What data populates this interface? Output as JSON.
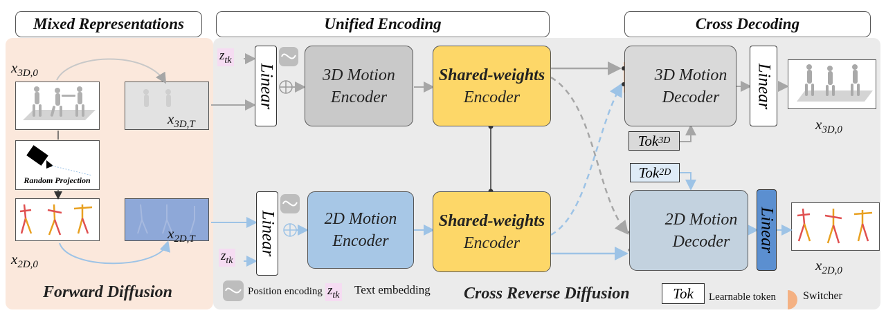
{
  "headers": {
    "mixed": "Mixed Representations",
    "unified": "Unified Encoding",
    "cross": "Cross Decoding"
  },
  "blocks": {
    "enc3d": [
      "3D  Motion",
      "Encoder"
    ],
    "enc2d": [
      "2D Motion",
      "Encoder"
    ],
    "shared_top": [
      "Shared-weights",
      "Encoder"
    ],
    "shared_bottom": [
      "Shared-weights",
      "Encoder"
    ],
    "dec3d": [
      "3D Motion",
      "Decoder"
    ],
    "dec2d": [
      "2D Motion",
      "Decoder"
    ]
  },
  "linear_label": "Linear",
  "labels": {
    "x3d0_top": "x",
    "x3d0_top_sub": "3D,0",
    "x3dT": "x",
    "x3dT_sub": "3D,T",
    "x2dT": "x",
    "x2dT_sub": "2D,T",
    "x2d0_left": "x",
    "x2d0_left_sub": "2D,0",
    "x3d0_out": "x",
    "x3d0_out_sub": "3D,0",
    "x2d0_out": "x",
    "x2d0_out_sub": "2D,0",
    "random_projection": "Random Projection"
  },
  "tokens": {
    "z_top": "z",
    "z_top_sub": "tk",
    "z_bottom": "z",
    "z_bottom_sub": "tk",
    "tok3d": "Tok",
    "tok3d_sub": "3D",
    "tok2d": "Tok",
    "tok2d_sub": "2D"
  },
  "section_titles": {
    "forward": "Forward Diffusion",
    "reverse": "Cross Reverse Diffusion"
  },
  "legend": {
    "position_encoding": "Position encoding",
    "z": "z",
    "z_sub": "tk",
    "text_embedding": "Text embedding",
    "tok": "Tok",
    "learnable_token": "Learnable token",
    "switcher": "Switcher"
  },
  "colors": {
    "gray_flow": "#a6a6a6",
    "blue_flow": "#9dc3e6",
    "encoder_3d": "#c9c9c9",
    "encoder_2d": "#a7c7e6",
    "shared": "#fdd768",
    "switcher": "#f4b183",
    "forward_bg": "#fbe8dc",
    "reverse_bg": "#ebebeb"
  }
}
